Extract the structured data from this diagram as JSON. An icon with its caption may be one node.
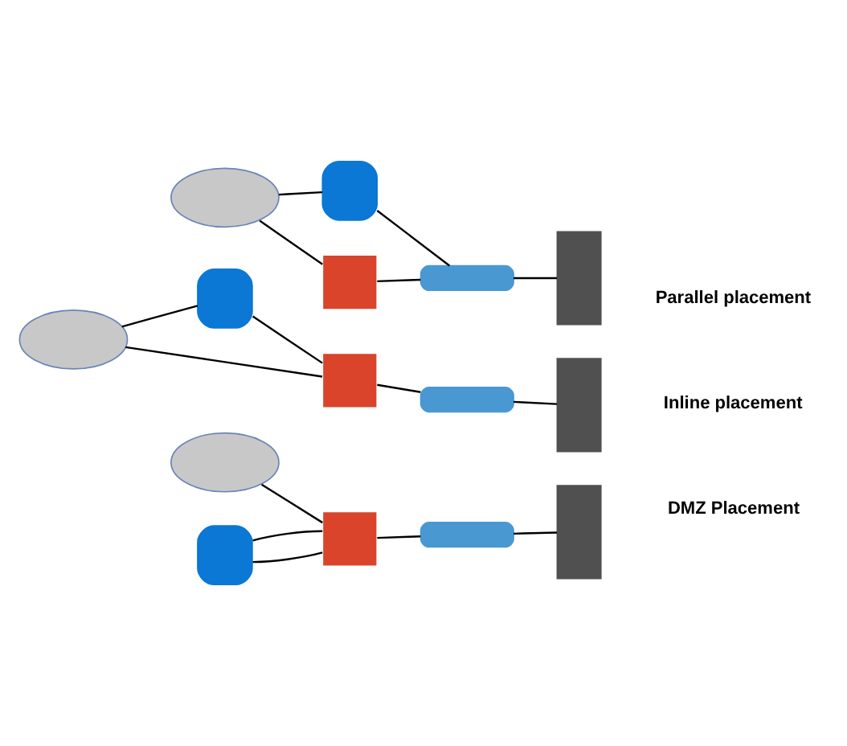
{
  "diagram": {
    "nodes": [
      {
        "text": [],
        "shape": "cloud"
      },
      {
        "text": [],
        "shape": "lock"
      },
      {
        "text": [],
        "shape": "wall"
      },
      {
        "text": [],
        "shape": "box"
      },
      {
        "text": [],
        "shape": "server"
      },
      {
        "text": [],
        "shape": "cloud"
      },
      {
        "text": [],
        "shape": "lock"
      },
      {
        "text": [],
        "shape": "wall"
      },
      {
        "text": [],
        "shape": "box"
      },
      {
        "text": [],
        "shape": "server"
      },
      {
        "text": [],
        "shape": "cloud"
      },
      {
        "text": [],
        "shape": "lock"
      },
      {
        "text": [],
        "shape": "wall"
      },
      {
        "text": [],
        "shape": "box"
      },
      {
        "text": [],
        "shape": "server"
      }
    ],
    "edges": [
      {
        "from": 0,
        "to": 1,
        "arrow": "none"
      },
      {
        "from": 1,
        "to": 3,
        "arrow": "none"
      },
      {
        "from": 0,
        "to": 2,
        "arrow": "none"
      },
      {
        "from": 2,
        "to": 3,
        "arrow": "none"
      },
      {
        "from": 3,
        "to": 4,
        "arrow": "none"
      },
      {
        "from": 5,
        "to": 6,
        "arrow": "none"
      },
      {
        "from": 6,
        "to": 7,
        "arrow": "none"
      },
      {
        "from": 5,
        "to": 7,
        "arrow": "none"
      },
      {
        "from": 7,
        "to": 8,
        "arrow": "none"
      },
      {
        "from": 8,
        "to": 9,
        "arrow": "none"
      },
      {
        "from": 11,
        "to": 12,
        "arrow": "none"
      },
      {
        "from": 11,
        "to": 12,
        "arrow": "none"
      },
      {
        "from": 10,
        "to": 12,
        "arrow": "none"
      },
      {
        "from": 12,
        "to": 13,
        "arrow": "none"
      },
      {
        "from": 13,
        "to": 14,
        "arrow": "none"
      }
    ],
    "labels": [
      "Parallel placement",
      "Inline placement",
      "DMZ Placement"
    ]
  }
}
